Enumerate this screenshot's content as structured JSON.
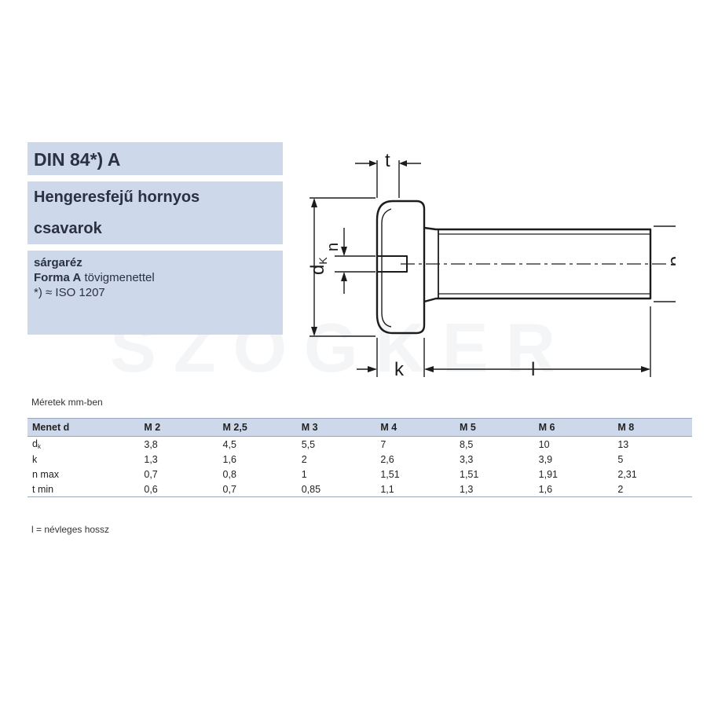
{
  "title": {
    "standard": "DIN 84*) A",
    "name_line1": "Hengeresfejű hornyos",
    "name_line2": "csavarok",
    "material": "sárgaréz",
    "form_label": "Forma A",
    "form_rest": " tövigmenettel",
    "iso_note": "*) ≈ ISO 1207"
  },
  "units_note": "Méretek mm-ben",
  "footnote": "l = névleges hossz",
  "watermark": "SZÖGKER",
  "drawing_labels": {
    "t": "t",
    "n": "n",
    "dk_main": "d",
    "dk_sub": "K",
    "d": "d",
    "k": "k",
    "l": "l"
  },
  "table": {
    "header": [
      "Menet d",
      "M 2",
      "M 2,5",
      "M 3",
      "M 4",
      "M 5",
      "M 6",
      "M 8"
    ],
    "rows": [
      {
        "label_main": "d",
        "label_sub": "k",
        "values": [
          "3,8",
          "4,5",
          "5,5",
          "7",
          "8,5",
          "10",
          "13"
        ]
      },
      {
        "label_main": "k",
        "label_sub": "",
        "values": [
          "1,3",
          "1,6",
          "2",
          "2,6",
          "3,3",
          "3,9",
          "5"
        ]
      },
      {
        "label_main": "n max",
        "label_sub": "",
        "values": [
          "0,7",
          "0,8",
          "1",
          "1,51",
          "1,51",
          "1,91",
          "2,31"
        ]
      },
      {
        "label_main": "t min",
        "label_sub": "",
        "values": [
          "0,6",
          "0,7",
          "0,85",
          "1,1",
          "1,3",
          "1,6",
          "2"
        ]
      }
    ]
  }
}
